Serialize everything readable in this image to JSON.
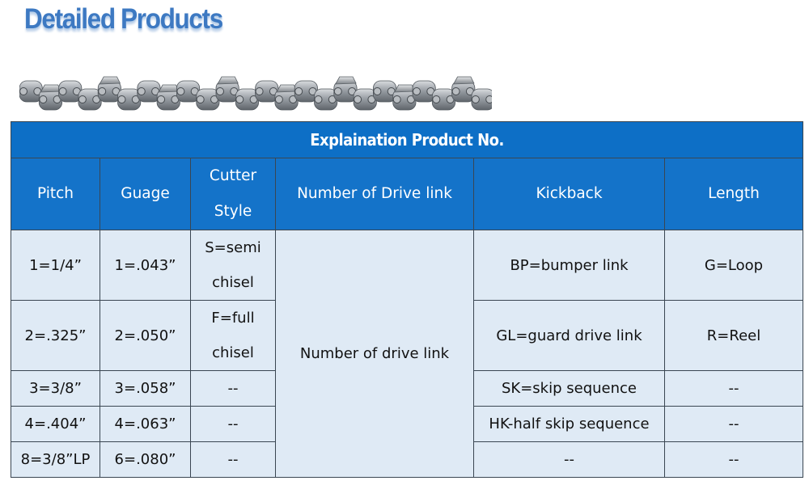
{
  "heading": "Detailed Products",
  "table": {
    "title": "Explaination Product No.",
    "headers": {
      "pitch": "Pitch",
      "guage": "Guage",
      "cutter_style": "Cutter Style",
      "drive_link": "Number of Drive link",
      "kickback": "Kickback",
      "length": "Length"
    },
    "drive_link_value": "Number of drive link",
    "rows": [
      {
        "pitch": "1=1/4”",
        "guage": "1=.043”",
        "cutter": "S=semi chisel",
        "kickback": "BP=bumper link",
        "length": "G=Loop"
      },
      {
        "pitch": "2=.325”",
        "guage": "2=.050”",
        "cutter": "F=full chisel",
        "kickback": "GL=guard drive link",
        "length": "R=Reel"
      },
      {
        "pitch": "3=3/8”",
        "guage": "3=.058”",
        "cutter": "--",
        "kickback": "SK=skip sequence",
        "length": "--"
      },
      {
        "pitch": "4=.404”",
        "guage": "4=.063”",
        "cutter": "--",
        "kickback": "HK-half skip sequence",
        "length": "--"
      },
      {
        "pitch": "8=3/8”LP",
        "guage": "6=.080”",
        "cutter": "--",
        "kickback": "--",
        "length": "--"
      }
    ]
  }
}
